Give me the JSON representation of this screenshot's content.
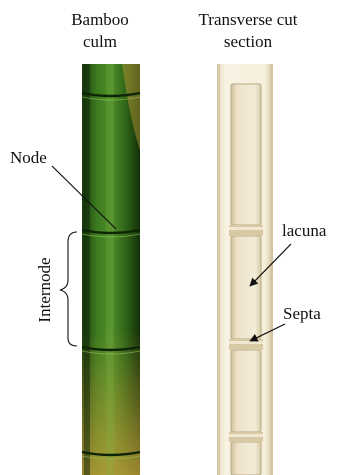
{
  "headings": {
    "culm_line1": "Bamboo",
    "culm_line2": "culm",
    "section_line1": "Transverse cut",
    "section_line2": "section"
  },
  "labels": {
    "node": "Node",
    "internode": "Internode",
    "lacuna": "lacuna",
    "septa": "Septa"
  },
  "colors": {
    "culm_dark": "#1d4a10",
    "culm_mid": "#3f7f22",
    "culm_light": "#6fa431",
    "culm_yellow": "#c8a03a",
    "section_light": "#f6f0de",
    "section_mid": "#e9e0c6",
    "section_shadow": "#c9bd9b",
    "line": "#111111"
  }
}
